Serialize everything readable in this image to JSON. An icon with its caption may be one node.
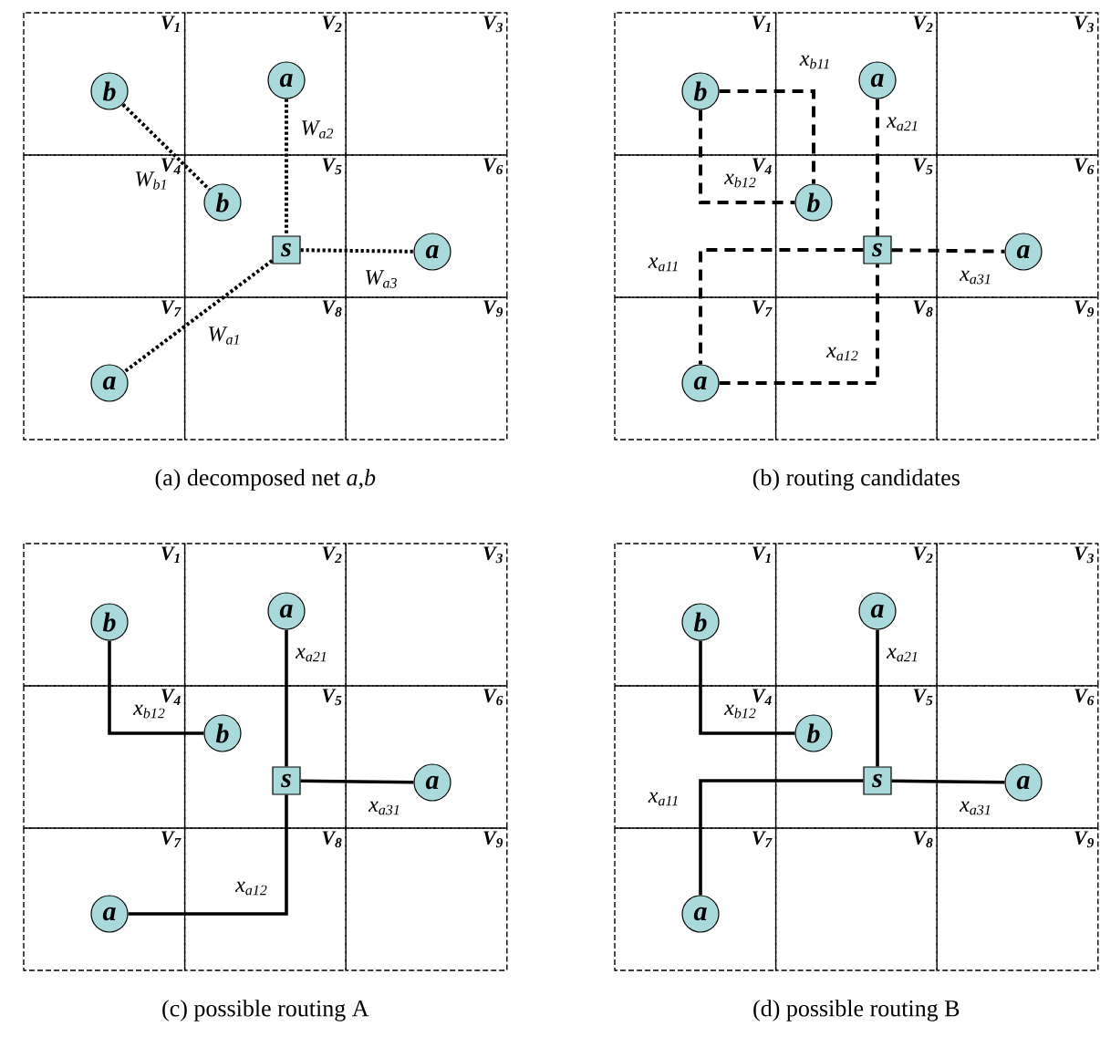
{
  "diagram": {
    "nodes": [
      {
        "text": [
          "b"
        ]
      },
      {
        "text": [
          "a"
        ]
      },
      {
        "text": [
          "b"
        ]
      },
      {
        "text": [
          "s"
        ]
      },
      {
        "text": [
          "a"
        ]
      },
      {
        "text": [
          "a"
        ]
      },
      {
        "text": [
          "b"
        ]
      },
      {
        "text": [
          "a"
        ]
      },
      {
        "text": [
          "b"
        ]
      },
      {
        "text": [
          "s"
        ]
      },
      {
        "text": [
          "a"
        ]
      },
      {
        "text": [
          "a"
        ]
      },
      {
        "text": [
          "b"
        ]
      },
      {
        "text": [
          "a"
        ]
      },
      {
        "text": [
          "b"
        ]
      },
      {
        "text": [
          "s"
        ]
      },
      {
        "text": [
          "a"
        ]
      },
      {
        "text": [
          "a"
        ]
      },
      {
        "text": [
          "b"
        ]
      },
      {
        "text": [
          "a"
        ]
      },
      {
        "text": [
          "b"
        ]
      },
      {
        "text": [
          "s"
        ]
      },
      {
        "text": [
          "a"
        ]
      },
      {
        "text": [
          "a"
        ]
      }
    ],
    "edges": [
      {
        "from": 0,
        "to": 2,
        "arrow": "none",
        "label": "W$_{b1}$",
        "style": "dashed"
      },
      {
        "from": 1,
        "to": 3,
        "arrow": "none",
        "label": "W$_{a2}$",
        "style": "dashed"
      },
      {
        "from": 3,
        "to": 4,
        "arrow": "none",
        "label": "W$_{a3}$",
        "style": "dashed"
      },
      {
        "from": 3,
        "to": 5,
        "arrow": "none",
        "label": "W$_{a1}$",
        "style": "dashed"
      },
      {
        "from": 6,
        "to": 8,
        "arrow": "none",
        "label": "x$_{b11}$",
        "style": "dashed"
      },
      {
        "from": 6,
        "to": 8,
        "arrow": "none",
        "label": "x$_{b12}$",
        "style": "dashed"
      },
      {
        "from": 7,
        "to": 9,
        "arrow": "none",
        "label": "x$_{a21}$",
        "style": "dashed"
      },
      {
        "from": 9,
        "to": 10,
        "arrow": "none",
        "label": "x$_{a31}$",
        "style": "dashed"
      },
      {
        "from": 9,
        "to": 11,
        "arrow": "none",
        "label": "x$_{a11}$",
        "style": "dashed"
      },
      {
        "from": 11,
        "to": 9,
        "arrow": "none",
        "label": "x$_{a12}$",
        "style": "dashed"
      },
      {
        "from": 12,
        "to": 14,
        "arrow": "none",
        "label": "x$_{b12}$"
      },
      {
        "from": 13,
        "to": 15,
        "arrow": "none",
        "label": "x$_{a21}$"
      },
      {
        "from": 15,
        "to": 16,
        "arrow": "none",
        "label": "x$_{a31}$"
      },
      {
        "from": 17,
        "to": 15,
        "arrow": "none",
        "label": "x$_{a12}$"
      },
      {
        "from": 18,
        "to": 20,
        "arrow": "none",
        "label": "x$_{b12}$"
      },
      {
        "from": 19,
        "to": 21,
        "arrow": "none",
        "label": "x$_{a21}$"
      },
      {
        "from": 21,
        "to": 22,
        "arrow": "none",
        "label": "x$_{a31}$"
      },
      {
        "from": 21,
        "to": 23,
        "arrow": "none",
        "label": "x$_{a11}$"
      }
    ],
    "labels": [
      "V$_{1}$",
      "V$_{2}$",
      "V$_{3}$",
      "V$_{4}$",
      "V$_{5}$",
      "V$_{6}$",
      "V$_{7}$",
      "V$_{8}$",
      "V$_{9}$",
      "(a) decomposed net *a*,*b*",
      "V$_{1}$",
      "V$_{2}$",
      "V$_{3}$",
      "V$_{4}$",
      "V$_{5}$",
      "V$_{6}$",
      "V$_{7}$",
      "V$_{8}$",
      "V$_{9}$",
      "(b) routing candidates",
      "V$_{1}$",
      "V$_{2}$",
      "V$_{3}$",
      "V$_{4}$",
      "V$_{5}$",
      "V$_{6}$",
      "V$_{7}$",
      "V$_{8}$",
      "V$_{9}$",
      "(c) possible routing A",
      "V$_{1}$",
      "V$_{2}$",
      "V$_{3}$",
      "V$_{4}$",
      "V$_{5}$",
      "V$_{6}$",
      "V$_{7}$",
      "V$_{8}$",
      "V$_{9}$",
      "(d) possible routing B"
    ]
  }
}
